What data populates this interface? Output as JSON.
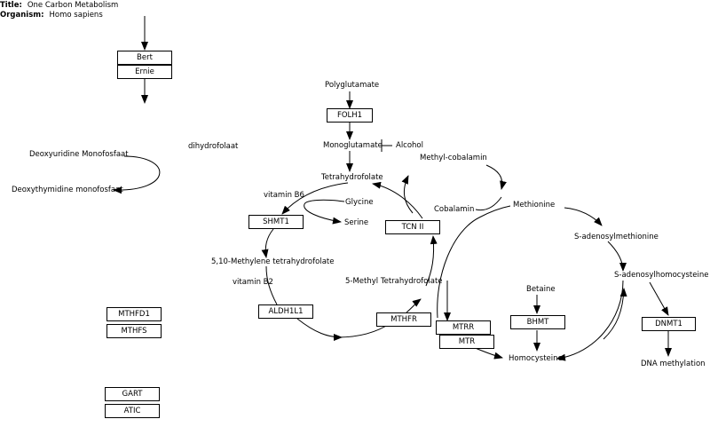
{
  "header": {
    "title_key": "Title:",
    "title_value": "One Carbon Metabolism",
    "organism_key": "Organism:",
    "organism_value": "Homo sapiens"
  },
  "genes": {
    "bert": "Bert",
    "ernie": "Ernie",
    "folh1": "FOLH1",
    "shmt1": "SHMT1",
    "tcn2": "TCN II",
    "aldh1l1": "ALDH1L1",
    "mthfr": "MTHFR",
    "mtrr": "MTRR",
    "mtr": "MTR",
    "bhmt": "BHMT",
    "dnmt1": "DNMT1",
    "mthfd1": "MTHFD1",
    "mthfs": "MTHFS",
    "gart": "GART",
    "atic": "ATIC"
  },
  "metabolites": {
    "polyglutamate": "Polyglutamate",
    "monoglutamate": "Monoglutamate",
    "alcohol": "Alcohol",
    "methyl_cobalamin": "Methyl-cobalamin",
    "tetrahydrofolate": "Tetrahydrofolate",
    "vitamin_b6": "vitamin B6",
    "glycine": "Glycine",
    "serine": "Serine",
    "cobalamin": "Cobalamin",
    "methionine": "Methionine",
    "s_adenosylmethionine": "S-adenosylmethionine",
    "s_adenosylhomocysteine": "S-adenosylhomocysteine",
    "methylene_thf": "5,10-Methylene tetrahydrofolate",
    "vitamin_b2": "vitamin B2",
    "methyl_thf": "5-Methyl Tetrahydrofolate",
    "betaine": "Betaine",
    "homocysteine": "Homocysteine",
    "dna_methylation": "DNA methylation",
    "dihydrofolaat": "dihydrofolaat",
    "dump": "Deoxyuridine Monofosfaat",
    "dtmp": "Deoxythymidine monofosfaat"
  }
}
